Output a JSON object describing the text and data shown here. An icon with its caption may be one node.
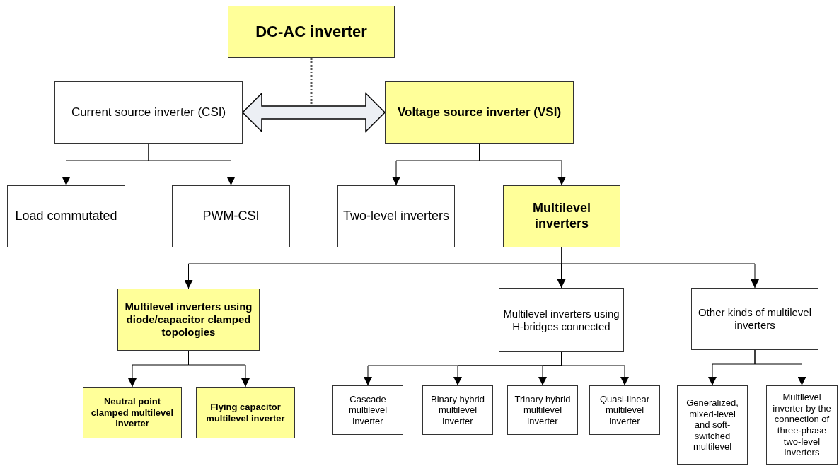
{
  "diagram": {
    "nodes": [
      {
        "text": [
          "DC-AC inverter"
        ]
      },
      {
        "text": [
          "Current source inverter (CSI)"
        ]
      },
      {
        "text": [
          "Voltage source inverter (VSI)"
        ]
      },
      {
        "text": [
          "Load commutated"
        ]
      },
      {
        "text": [
          "PWM-CSI"
        ]
      },
      {
        "text": [
          "Two-level inverters"
        ]
      },
      {
        "text": [
          "Multilevel inverters"
        ]
      },
      {
        "text": [
          "Multilevel inverters using diode/capacitor clamped topologies"
        ]
      },
      {
        "text": [
          "Multilevel inverters using H-bridges connected"
        ]
      },
      {
        "text": [
          "Other kinds of multilevel inverters"
        ]
      },
      {
        "text": [
          "Neutral point clamped multilevel inverter"
        ]
      },
      {
        "text": [
          "Flying capacitor multilevel inverter"
        ]
      },
      {
        "text": [
          "Cascade multilevel inverter"
        ]
      },
      {
        "text": [
          "Binary hybrid multilevel inverter"
        ]
      },
      {
        "text": [
          "Trinary hybrid multilevel inverter"
        ]
      },
      {
        "text": [
          "Quasi-linear multilevel inverter"
        ]
      },
      {
        "text": [
          "Generalized, mixed-level and soft-switched multilevel"
        ]
      },
      {
        "text": [
          "Multilevel inverter by the connection of three-phase two-level inverters"
        ]
      }
    ],
    "edges": [
      {
        "from": 1,
        "to": 2,
        "arrow": "both",
        "style": "thick"
      },
      {
        "from": 0,
        "to": null,
        "arrow": "none",
        "style": "dashed"
      },
      {
        "from": 1,
        "to": 3,
        "arrow": "to"
      },
      {
        "from": 1,
        "to": 4,
        "arrow": "to"
      },
      {
        "from": 2,
        "to": 5,
        "arrow": "to"
      },
      {
        "from": 2,
        "to": 6,
        "arrow": "to"
      },
      {
        "from": 6,
        "to": 7,
        "arrow": "to"
      },
      {
        "from": 6,
        "to": 8,
        "arrow": "to"
      },
      {
        "from": 6,
        "to": 9,
        "arrow": "to"
      },
      {
        "from": 7,
        "to": 10,
        "arrow": "to"
      },
      {
        "from": 7,
        "to": 11,
        "arrow": "to"
      },
      {
        "from": 8,
        "to": 12,
        "arrow": "to"
      },
      {
        "from": 8,
        "to": 13,
        "arrow": "to"
      },
      {
        "from": 8,
        "to": 14,
        "arrow": "to"
      },
      {
        "from": 8,
        "to": 15,
        "arrow": "to"
      },
      {
        "from": 9,
        "to": 16,
        "arrow": "to"
      },
      {
        "from": 9,
        "to": 17,
        "arrow": "to"
      }
    ]
  }
}
